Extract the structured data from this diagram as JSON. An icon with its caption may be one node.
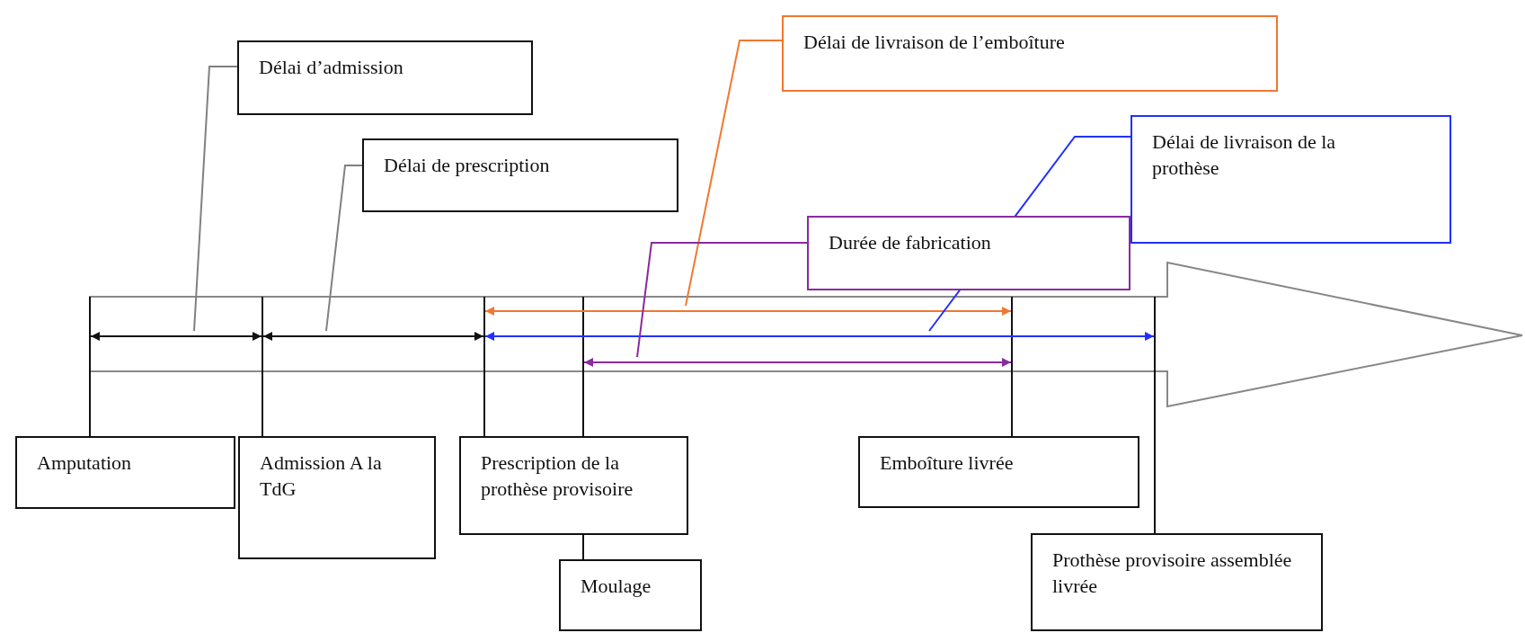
{
  "diagram": {
    "nodes": [
      {
        "text": [
          "Délai de livraison de l’emboîture"
        ]
      },
      {
        "text": [
          "Délai d’admission"
        ]
      },
      {
        "text": [
          "Délai de livraison de la prothèse"
        ]
      },
      {
        "text": [
          "Délai de prescription"
        ]
      },
      {
        "text": [
          "Durée de fabrication"
        ]
      },
      {
        "text": [],
        "shape": "line"
      },
      {
        "text": [],
        "shape": "line"
      },
      {
        "text": [],
        "shape": "line"
      },
      {
        "text": [],
        "shape": "line"
      },
      {
        "text": [],
        "shape": "line"
      },
      {
        "text": [],
        "shape": "line"
      },
      {
        "text": [
          "Amputation"
        ]
      },
      {
        "text": [
          "Admission A la TdG"
        ]
      },
      {
        "text": [
          "Prescription de la prothèse provisoire"
        ]
      },
      {
        "text": [
          "Emboîture livrée"
        ]
      },
      {
        "text": [
          "Moulage"
        ]
      },
      {
        "text": [
          "Prothèse provisoire assemblée livrée"
        ]
      }
    ],
    "edges": [
      {
        "from": 5,
        "to": 6,
        "arrow": "both"
      },
      {
        "from": 6,
        "to": 7,
        "arrow": "both"
      },
      {
        "from": 7,
        "to": 9,
        "arrow": "both",
        "color": "#f07830"
      },
      {
        "from": 7,
        "to": 10,
        "arrow": "both",
        "color": "#2030ff"
      },
      {
        "from": 8,
        "to": 9,
        "arrow": "both",
        "color": "#8a2a9e"
      },
      {
        "from": 1,
        "to": null,
        "arrow": "none",
        "color": "#808080"
      },
      {
        "from": 3,
        "to": null,
        "arrow": "none",
        "color": "#808080"
      },
      {
        "from": 0,
        "to": null,
        "arrow": "none",
        "color": "#f07830"
      },
      {
        "from": 2,
        "to": null,
        "arrow": "none",
        "color": "#2030ff"
      },
      {
        "from": 4,
        "to": null,
        "arrow": "none",
        "color": "#8a2a9e"
      },
      {
        "from": 13,
        "to": 15,
        "arrow": "none"
      }
    ]
  }
}
